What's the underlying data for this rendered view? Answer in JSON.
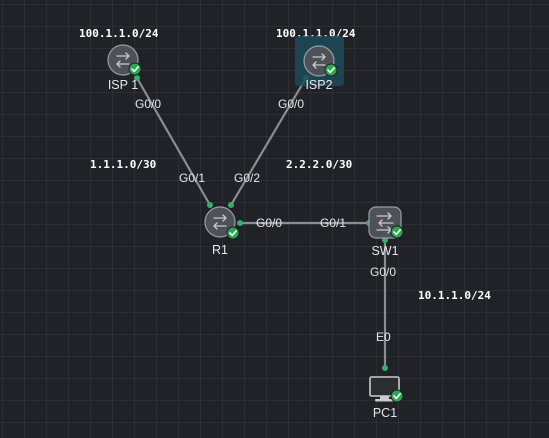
{
  "colors": {
    "canvas": "#202227",
    "link": "#8a8d92",
    "port_dot": "#2fb36a",
    "status_ok": "#2aa84f",
    "selection": "#1f4a5a"
  },
  "networks": [
    {
      "id": "isp1-lan",
      "text": "100.1.1.0/24"
    },
    {
      "id": "isp2-lan",
      "text": "100.1.1.0/24"
    },
    {
      "id": "isp1-r1",
      "text": "1.1.1.0/30"
    },
    {
      "id": "isp2-r1",
      "text": "2.2.2.0/30"
    },
    {
      "id": "sw1-lan",
      "text": "10.1.1.0/24"
    }
  ],
  "nodes": [
    {
      "id": "isp1",
      "label": "ISP 1",
      "kind": "router",
      "status": "running",
      "selected": false
    },
    {
      "id": "isp2",
      "label": "ISP2",
      "kind": "router",
      "status": "running",
      "selected": true
    },
    {
      "id": "r1",
      "label": "R1",
      "kind": "router",
      "status": "running",
      "selected": false
    },
    {
      "id": "sw1",
      "label": "SW1",
      "kind": "switch",
      "status": "running",
      "selected": false
    },
    {
      "id": "pc1",
      "label": "PC1",
      "kind": "pc",
      "status": "running",
      "selected": false
    }
  ],
  "links": [
    {
      "id": "isp1-r1",
      "a_port": "G0/0",
      "b_port": "G0/1"
    },
    {
      "id": "isp2-r1",
      "a_port": "G0/0",
      "b_port": "G0/2"
    },
    {
      "id": "r1-sw1",
      "a_port": "G0/0",
      "b_port": "G0/1"
    },
    {
      "id": "sw1-pc1",
      "a_port": "G0/0",
      "b_port": "E0"
    }
  ]
}
